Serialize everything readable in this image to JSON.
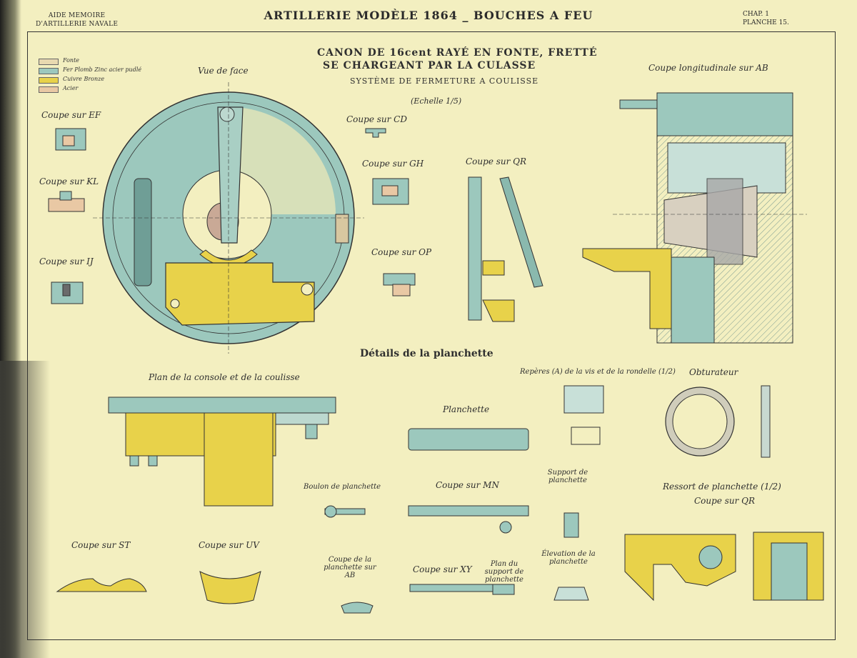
{
  "header": {
    "left_line1": "AIDE MEMOIRE",
    "left_line2": "D'ARTILLERIE NAVALE",
    "title": "ARTILLERIE  MODÈLE 1864 _ BOUCHES A FEU",
    "right_line1": "CHAP. 1",
    "right_line2": "PLANCHE 15."
  },
  "plate": {
    "title1": "CANON DE 16cent RAYÉ EN FONTE, FRETTÉ",
    "title2": "SE CHARGEANT PAR LA CULASSE",
    "subtitle": "SYSTÈME DE FERMETURE A COULISSE",
    "scale": "(Echelle 1/5)",
    "details_title": "Détails de la planchette"
  },
  "legend": [
    {
      "label": "Fonte",
      "color": "#e8d9b0"
    },
    {
      "label": "Fer Plomb Zinc acier pudlé",
      "color": "#9cc8bd"
    },
    {
      "label": "Cuivre Bronze",
      "color": "#e8d24a"
    },
    {
      "label": "Acier",
      "color": "#e9c8a4"
    }
  ],
  "labels": {
    "vue_face": "Vue de face",
    "coupe_ef": "Coupe sur EF",
    "coupe_kl": "Coupe sur KL",
    "coupe_ij": "Coupe sur IJ",
    "coupe_cd": "Coupe sur CD",
    "coupe_gh": "Coupe sur GH",
    "coupe_op": "Coupe sur OP",
    "coupe_qr": "Coupe sur QR",
    "coupe_ab": "Coupe longitudinale sur AB",
    "plan_console": "Plan de la console et de la coulisse",
    "planchette": "Planchette",
    "reperes": "Repères (A) de la vis et de la rondelle (1/2)",
    "obturateur": "Obturateur",
    "boulon": "Boulon de planchette",
    "coupe_mn": "Coupe sur MN",
    "support": "Support de planchette",
    "ressort": "Ressort de planchette (1/2)",
    "ressort_qr": "Coupe sur QR",
    "coupe_st": "Coupe sur ST",
    "coupe_uv": "Coupe sur UV",
    "coupe_planchette_ab": "Coupe de la planchette sur AB",
    "coupe_xy": "Coupe sur XY",
    "plan_support": "Plan du support de planchette",
    "elevation": "Élevation de la planchette"
  },
  "colors": {
    "paper": "#f3efc0",
    "iron": "#9cc8bd",
    "bronze": "#e8d24a",
    "cast": "#e8d9b0",
    "line": "#333333"
  }
}
